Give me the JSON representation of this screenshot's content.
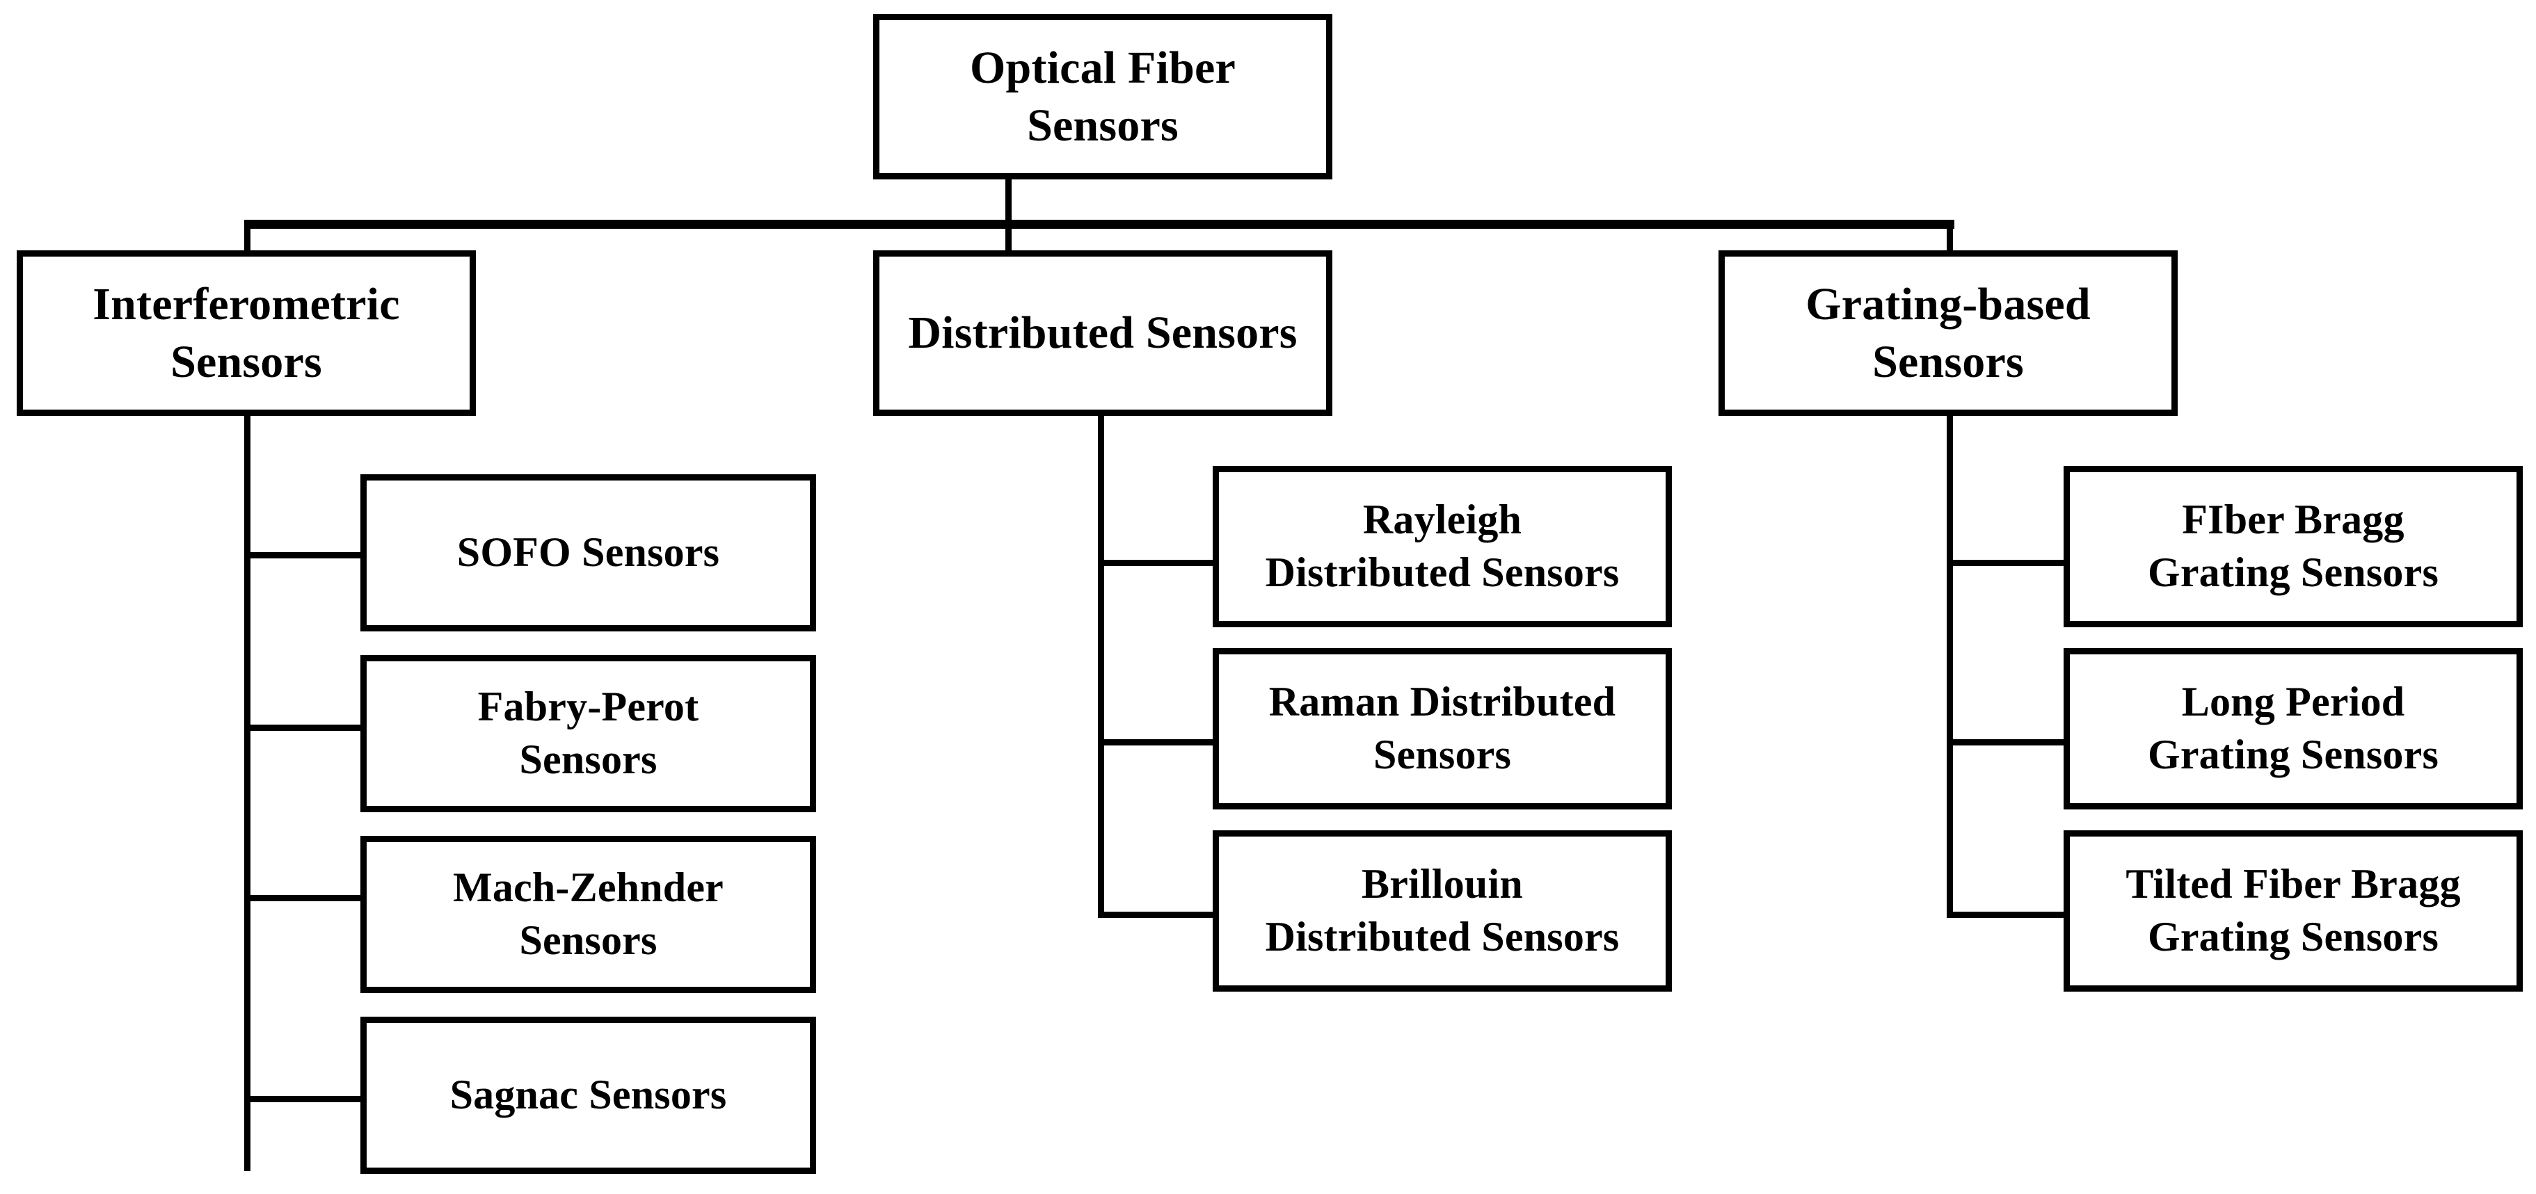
{
  "diagram": {
    "type": "tree-hierarchy",
    "orientation": "top-down-then-left-right",
    "title_node": "Optical Fiber Sensors",
    "line_color": "#000000",
    "box_fill": "#ffffff",
    "text_color": "#000000",
    "root": {
      "label": "Optical Fiber\nSensors"
    },
    "branches": [
      {
        "id": "interferometric",
        "label": "Interferometric\nSensors",
        "children": [
          {
            "id": "sofo",
            "label": "SOFO Sensors"
          },
          {
            "id": "fabry-perot",
            "label": "Fabry-Perot\nSensors"
          },
          {
            "id": "mach-zehnder",
            "label": "Mach-Zehnder\nSensors"
          },
          {
            "id": "sagnac",
            "label": "Sagnac Sensors"
          }
        ]
      },
      {
        "id": "distributed",
        "label": "Distributed Sensors",
        "children": [
          {
            "id": "rayleigh",
            "label": "Rayleigh\nDistributed Sensors"
          },
          {
            "id": "raman",
            "label": "Raman Distributed\nSensors"
          },
          {
            "id": "brillouin",
            "label": "Brillouin\nDistributed Sensors"
          }
        ]
      },
      {
        "id": "grating-based",
        "label": "Grating-based\nSensors",
        "children": [
          {
            "id": "fbg",
            "label": "FIber Bragg\nGrating Sensors"
          },
          {
            "id": "lpg",
            "label": "Long Period\nGrating Sensors"
          },
          {
            "id": "tfbg",
            "label": "Tilted Fiber Bragg\nGrating Sensors"
          }
        ]
      }
    ]
  }
}
